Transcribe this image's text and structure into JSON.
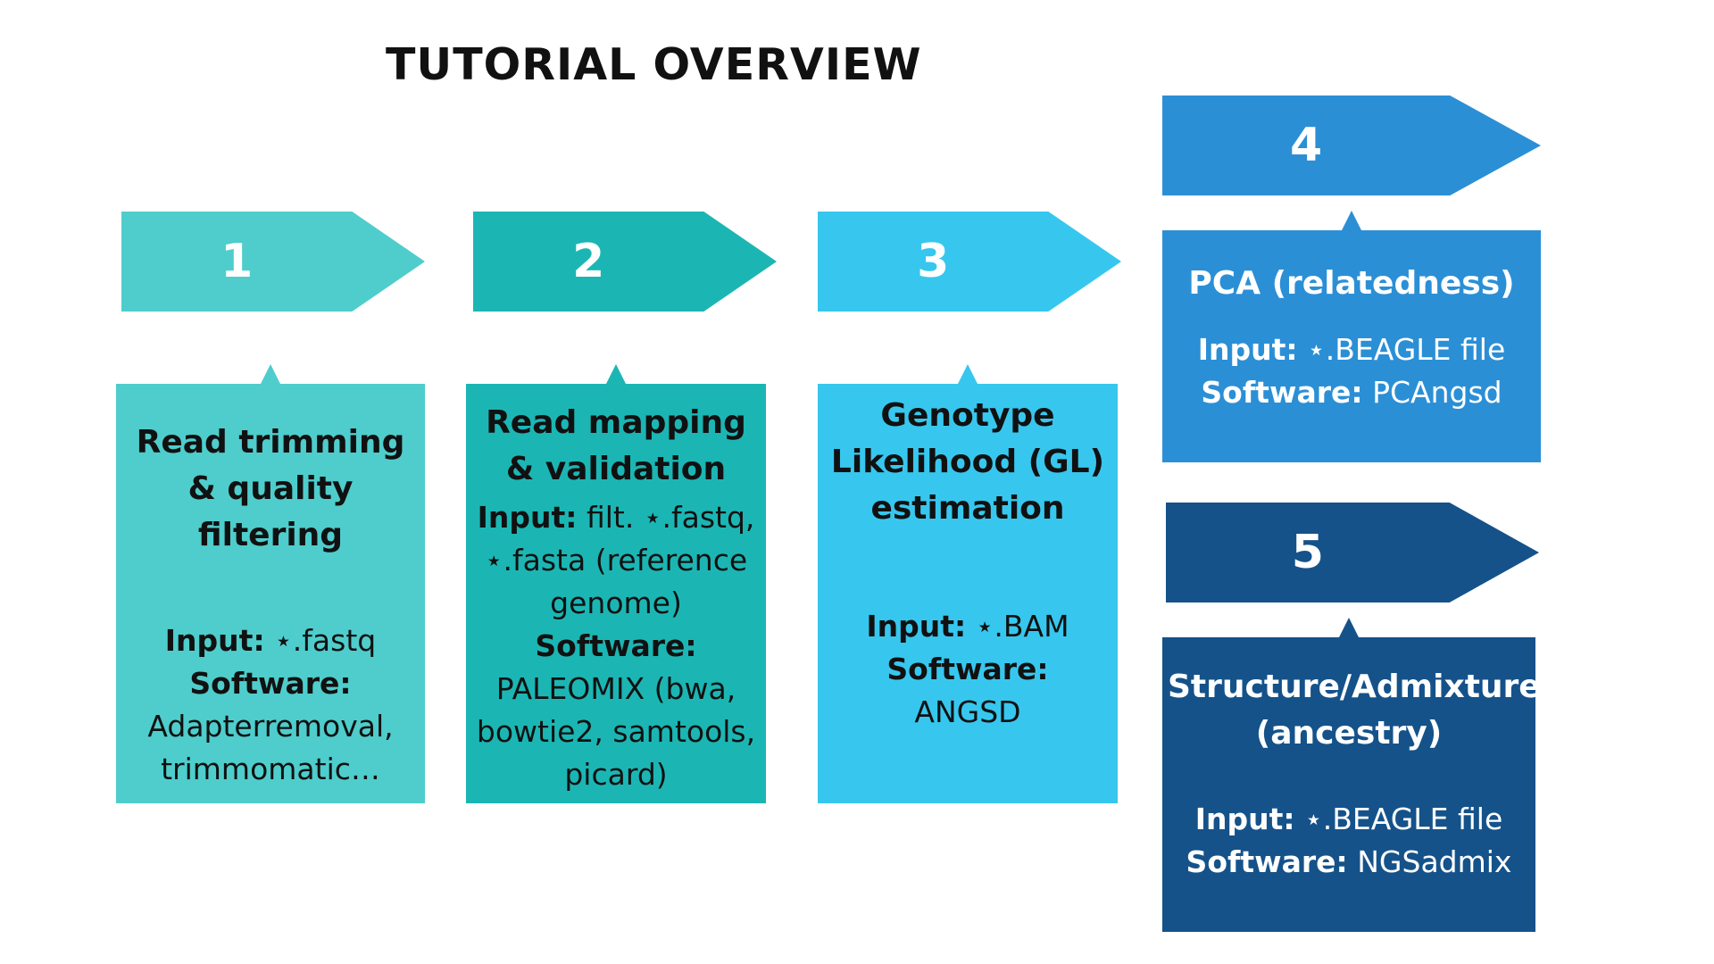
{
  "title": "TUTORIAL OVERVIEW",
  "colors": {
    "step1": "#4ecdcc",
    "step2": "#1bb6b4",
    "step3": "#37c7ee",
    "step4": "#2b8fd6",
    "step5": "#15528a"
  },
  "steps": [
    {
      "number": "1",
      "heading": "Read trimming & quality filtering",
      "input_label": "Input:",
      "input_value": "⋆.fastq",
      "software_label": "Software:",
      "software_value": "Adapterremoval, trimmomatic…"
    },
    {
      "number": "2",
      "heading": "Read mapping & validation",
      "input_label": "Input:",
      "input_value": "filt. ⋆.fastq, ⋆.fasta (reference genome)",
      "software_label": "Software:",
      "software_value": "PALEOMIX (bwa, bowtie2, samtools, picard)"
    },
    {
      "number": "3",
      "heading": "Genotype Likelihood (GL) estimation",
      "input_label": "Input:",
      "input_value": "⋆.BAM",
      "software_label": "Software:",
      "software_value": "ANGSD"
    },
    {
      "number": "4",
      "heading": "PCA (relatedness)",
      "input_label": "Input:",
      "input_value": "⋆.BEAGLE file",
      "software_label": "Software:",
      "software_value": "PCAngsd"
    },
    {
      "number": "5",
      "heading": "Structure/Admixture (ancestry)",
      "input_label": "Input:",
      "input_value": "⋆.BEAGLE file",
      "software_label": "Software:",
      "software_value": "NGSadmix"
    }
  ]
}
